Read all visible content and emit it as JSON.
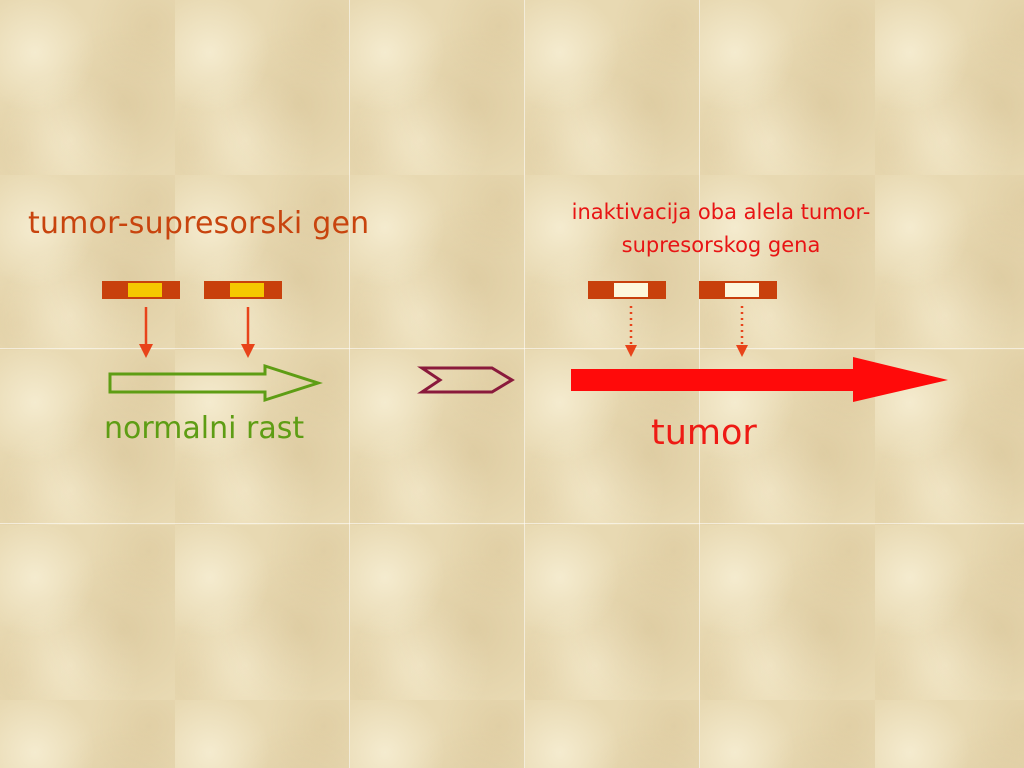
{
  "diagram": {
    "left_title": "tumor-supresorski gen",
    "right_title": "inaktivacija oba alela  tumor-supresorskog  gena",
    "normal_label": "normalni rast",
    "tumor_label": "tumor"
  },
  "colors": {
    "background": "#e8d9b2",
    "left_title": "#c8440e",
    "right_title": "#e81414",
    "normal_label": "#5e9d14",
    "tumor_label": "#ee1a14",
    "gene_bar": "#c8400c",
    "active_allele": "#f5c800",
    "inactive_allele": "#fdf7dc",
    "small_arrow": "#e8431a",
    "green_arrow_outline": "#5e9d14",
    "chevron": "#8a1a3c",
    "tumor_arrow": "#ff0a0a"
  }
}
